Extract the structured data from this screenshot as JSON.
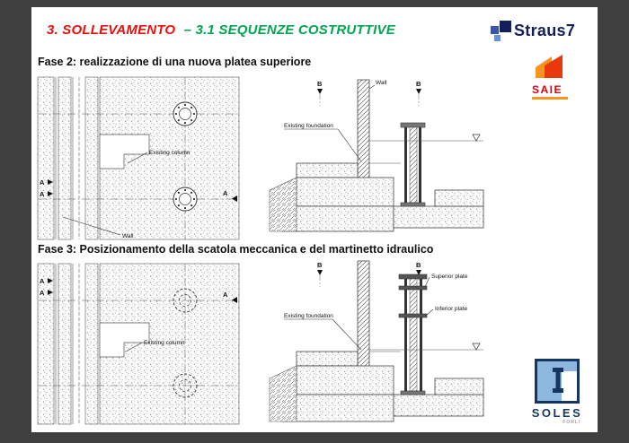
{
  "slide": {
    "title": {
      "part1": "3. SOLLEVAMENTO",
      "part2": "– 3.1 SEQUENZE COSTRUTTIVE"
    },
    "fase2_heading": "Fase 2: realizzazione di una nuova platea superiore",
    "fase3_heading": "Fase 3: Posizionamento della scatola meccanica e del martinetto idraulico"
  },
  "logos": {
    "straus7_text": "Straus7",
    "saie_text": "SAIE",
    "soles_text": "SOLES",
    "soles_subtext": "FORLI"
  },
  "annotations": {
    "wall": "Wall",
    "existing_column": "Existing column",
    "existing_foundation": "Existing foundation",
    "superior_plate": "Superior plate",
    "inferior_plate": "Inferior plate",
    "section_a": "A",
    "section_b": "B"
  },
  "colors": {
    "title_red": "#e8100c",
    "title_green": "#00a550",
    "frame_gray": "#3f3f3f",
    "straus_navy": "#121f5b",
    "saie_red": "#e3000f",
    "saie_orange": "#f7941d",
    "soles_blue": "#16355f",
    "drawing_line": "#444444"
  }
}
